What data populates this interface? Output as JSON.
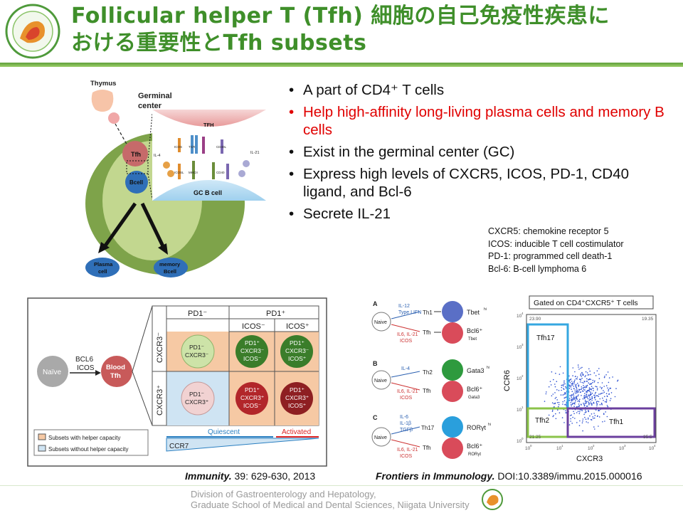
{
  "header": {
    "title_line1": "Follicular helper T (Tfh) 細胞の自己免疫性疾患に",
    "title_line2": "おける重要性とTfh subsets"
  },
  "bullets": [
    {
      "text": "A part of CD4⁺ T cells",
      "color": "#111111"
    },
    {
      "text": "Help high-affinity long-living plasma cells and memory B cells",
      "color": "#e00000"
    },
    {
      "text": "Exist in the germinal center (GC)",
      "color": "#111111"
    },
    {
      "text": "Express high levels of CXCR5, ICOS, PD-1, CD40 ligand, and Bcl-6",
      "color": "#111111"
    },
    {
      "text": "Secrete IL-21",
      "color": "#111111"
    }
  ],
  "abbreviations": [
    "CXCR5: chemokine receptor 5",
    "ICOS: inducible T cell costimulator",
    "PD-1: programmed cell death-1",
    "Bcl-6: B-cell lymphoma 6"
  ],
  "gc_figure": {
    "thymus": "Thymus",
    "germinal": "Germinal",
    "center": "center",
    "tfh": "Tfh",
    "bcell": "Bcell",
    "tfh_top": "TFH",
    "gc_bcell": "GC B cell",
    "il4": "IL-4",
    "il21": "IL-21",
    "icos": "ICOS",
    "icosl": "ICOSL",
    "tcr": "TCR",
    "mhcii": "MHCII",
    "cd40l": "CD40L",
    "cd40": "CD40",
    "plasma1": "Plasma",
    "plasma2": "cell",
    "memory1": "memory",
    "memory2": "Bcell"
  },
  "immunity_figure": {
    "naive": "Naïve",
    "bcl6": "BCL6",
    "icos": "ICOS",
    "blood1": "Blood",
    "blood2": "Tfh",
    "pd1neg_hdr": "PD1⁻",
    "pd1pos_hdr": "PD1⁺",
    "icosneg_hdr": "ICOS⁻",
    "icospos_hdr": "ICOS⁺",
    "cxcr3neg_row": "CXCR3⁻",
    "cxcr3pos_row": "CXCR3⁺",
    "cell_a1": "PD1⁻",
    "cell_a2": "CXCR3⁻",
    "cell_b1": "PD1⁺",
    "cell_b2": "CXCR3⁻",
    "cell_b3": "ICOS⁻",
    "cell_c1": "PD1⁺",
    "cell_c2": "CXCR3⁻",
    "cell_c3": "ICOS⁺",
    "cell_d1": "PD1⁻",
    "cell_d2": "CXCR3⁺",
    "cell_e1": "PD1⁺",
    "cell_e2": "CXCR3⁺",
    "cell_e3": "ICOS⁻",
    "cell_f1": "PD1⁺",
    "cell_f2": "CXCR3⁺",
    "cell_f3": "ICOS⁺",
    "legend_helper": "Subsets with helper capacity",
    "legend_nohelper": "Subsets without helper capacity",
    "quiescent": "Quiescent",
    "activated": "Activated",
    "ccr7": "CCR7"
  },
  "frontiers_figure": {
    "A": "A",
    "B": "B",
    "C": "C",
    "naive": "Naive",
    "a_top1": "IL-12",
    "a_top2": "Type I IFN",
    "a_bot1": "IL6, IL-21",
    "a_bot2": "ICOS",
    "a_th": "Th1",
    "a_tfh": "Tfh",
    "a_tf1": "Tbet",
    "a_tf1_sup": "hi",
    "a_tf2": "Bcl6⁺",
    "a_tf2_sub": "Tbet",
    "b_top": "IL-4",
    "b_bot1": "IL6, IL-21",
    "b_bot2": "ICOS",
    "b_th": "Th2",
    "b_tfh": "Tfh",
    "b_tf1": "Gata3",
    "b_tf1_sup": "hi",
    "b_tf2": "Bcl6⁺",
    "b_tf2_sub": "Gata3",
    "c_top1": "IL-6",
    "c_top2": "IL-1β",
    "c_top3": "TGFβ",
    "c_bot1": "IL6, IL-21",
    "c_bot2": "ICOS",
    "c_th": "Th17",
    "c_tfh": "Tfh",
    "c_tf1": "RORγt",
    "c_tf1_sup": "hi",
    "c_tf2": "Bcl6⁺",
    "c_tf2_sub": "RORγt"
  },
  "flow_plot": {
    "gate_title": "Gated on CD4⁺CXCR5⁺ T cells",
    "ylabel": "CCR6",
    "xlabel": "CXCR3",
    "tfh17": "Tfh17",
    "tfh2": "Tfh2",
    "tfh1": "Tfh1",
    "q_tl": "23.90",
    "q_tr": "19.35",
    "q_bl": "21.25",
    "q_br": "35.5",
    "tick_10_1": "10",
    "tick_1": "1",
    "tick_10_2": "10",
    "tick_2": "2",
    "tick_10_3": "10",
    "tick_3": "3",
    "tick_10_4": "10",
    "tick_4": "4",
    "tick_10_0": "10",
    "tick_0": "0"
  },
  "citations": {
    "immunity_journal": "Immunity.",
    "immunity_ref": "39: 629-630, 2013",
    "frontiers_journal": "Frontiers in Immunology.",
    "frontiers_ref": "DOI:10.3389/immu.2015.000016"
  },
  "footer": {
    "line1": "Division of Gastroenterology and Hepatology,",
    "line2": "Graduate School of Medical and Dental Sciences, Niigata University"
  }
}
